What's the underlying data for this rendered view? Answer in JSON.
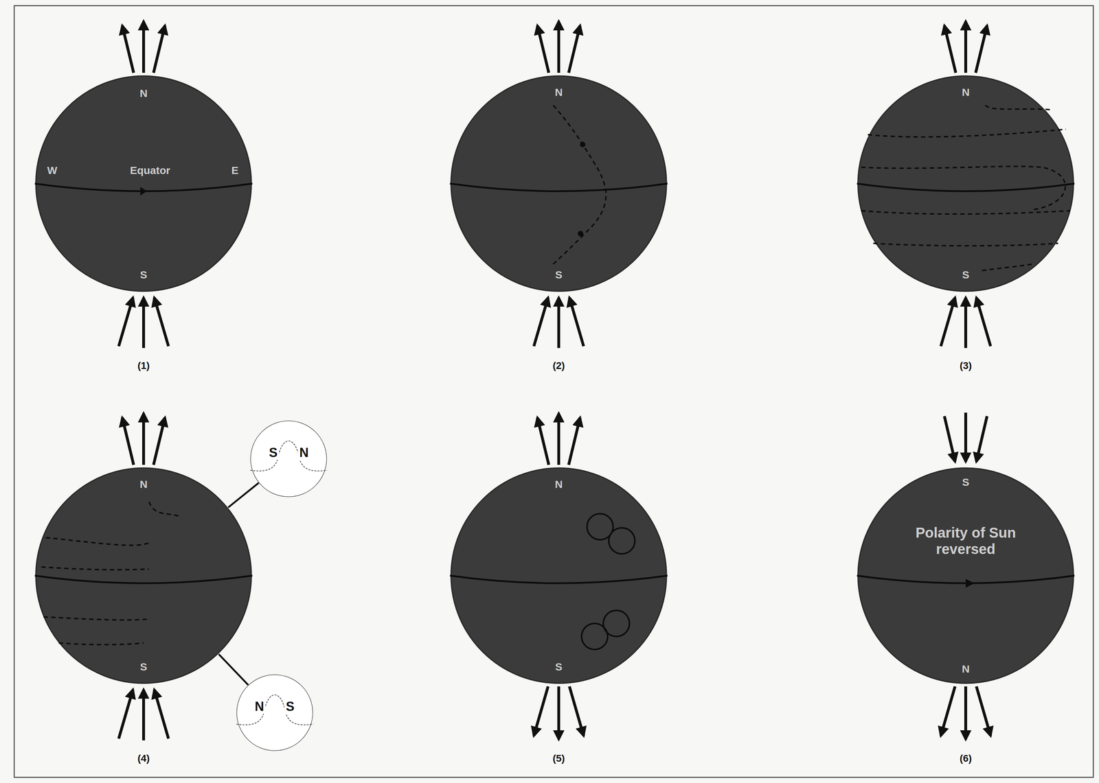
{
  "diagram": {
    "nodes": [
      {
        "text": [
          "N",
          "W",
          "Equator",
          "E",
          "S"
        ]
      },
      {
        "text": [
          "N",
          "S"
        ]
      },
      {
        "text": [
          "N",
          "S"
        ]
      },
      {
        "text": [
          "N",
          "S"
        ]
      },
      {
        "text": [
          "S",
          "N"
        ]
      },
      {
        "text": [
          "N",
          "S"
        ]
      },
      {
        "text": [
          "N",
          "S"
        ]
      },
      {
        "text": [
          "S",
          "Polarity of Sun reversed",
          "N"
        ]
      }
    ],
    "edges": [
      {
        "from": 3,
        "to": 4,
        "arrow": "none"
      },
      {
        "from": 3,
        "to": 5,
        "arrow": "none"
      }
    ],
    "labels": [
      "(1)",
      "(2)",
      "(3)",
      "(4)",
      "(5)",
      "(6)"
    ]
  }
}
